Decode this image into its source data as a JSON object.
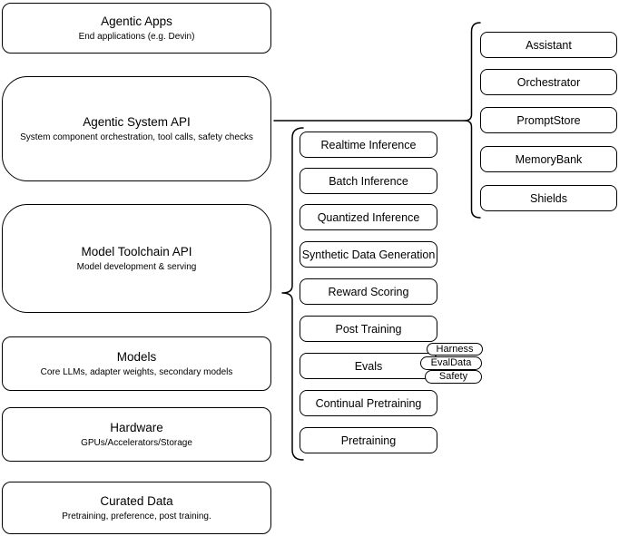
{
  "diagram": {
    "stack_layers": [
      {
        "title": "Agentic Apps",
        "subtitle": "End applications (e.g. Devin)"
      },
      {
        "title": "Agentic System API",
        "subtitle": "System component orchestration, tool calls, safety checks"
      },
      {
        "title": "Model Toolchain API",
        "subtitle": "Model development & serving"
      },
      {
        "title": "Models",
        "subtitle": "Core LLMs, adapter weights, secondary models"
      },
      {
        "title": "Hardware",
        "subtitle": "GPUs/Accelerators/Storage"
      },
      {
        "title": "Curated Data",
        "subtitle": "Pretraining, preference, post training."
      }
    ],
    "toolchain_items": [
      "Realtime Inference",
      "Batch Inference",
      "Quantized Inference",
      "Synthetic Data Generation",
      "Reward Scoring",
      "Post Training",
      "Evals",
      "Continual Pretraining",
      "Pretraining"
    ],
    "system_components": [
      "Assistant",
      "Orchestrator",
      "PromptStore",
      "MemoryBank",
      "Shields"
    ],
    "eval_tags": [
      "Harness",
      "EvalData",
      "Safety"
    ],
    "colors": {
      "stroke": "#000000",
      "fill": "#ffffff",
      "text": "#000000"
    }
  }
}
